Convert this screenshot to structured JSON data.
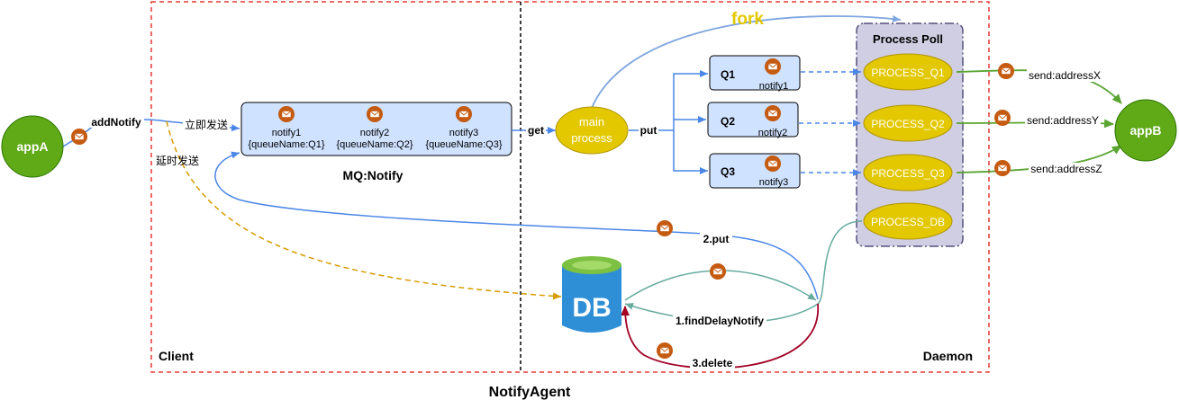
{
  "diagram": {
    "title": "NotifyAgent",
    "regions": {
      "client_label": "Client",
      "daemon_label": "Daemon"
    },
    "nodes": {
      "appA": "appA",
      "appB": "appB",
      "main_process": {
        "line1": "main",
        "line2": "process"
      },
      "mq_label": "MQ:Notify",
      "process_poll_label": "Process Poll",
      "db_label": "DB"
    },
    "mq_items": [
      {
        "name": "notify1",
        "queue": "{queueName:Q1}"
      },
      {
        "name": "notify2",
        "queue": "{queueName:Q2}"
      },
      {
        "name": "notify3",
        "queue": "{queueName:Q3}"
      }
    ],
    "queues": [
      {
        "name": "Q1",
        "item": "notify1"
      },
      {
        "name": "Q2",
        "item": "notify2"
      },
      {
        "name": "Q3",
        "item": "notify3"
      }
    ],
    "processes": [
      "PROCESS_Q1",
      "PROCESS_Q2",
      "PROCESS_Q3",
      "PROCESS_DB"
    ],
    "edge_labels": {
      "add_notify": "addNotify",
      "immediate_send": "立即发送",
      "delayed_send": "延时发送",
      "get": "get",
      "put": "put",
      "fork": "fork",
      "put_2": "2.put",
      "find_delay": "1.findDelayNotify",
      "delete_3": "3.delete",
      "send_x": "send:addressX",
      "send_y": "send:addressY",
      "send_z": "send:addressZ"
    },
    "colors": {
      "boundary_red": "#e53935",
      "app_green": "#60a917",
      "app_green_border": "#2d7600",
      "queue_fill": "#cfe2ff",
      "process_yellow": "#e3c800",
      "poll_fill": "#d0cee2",
      "edge_blue": "#4a86e8",
      "edge_lightblue": "#7ea6e0",
      "edge_teal": "#67ab9f",
      "edge_orange": "#d79b00",
      "edge_darkred": "#a20025",
      "edge_green": "#5aa532",
      "envelope": "#c55a11",
      "fork_text": "#e3c800",
      "db_blue": "#2f8fd6",
      "db_green": "#7cc142"
    }
  }
}
